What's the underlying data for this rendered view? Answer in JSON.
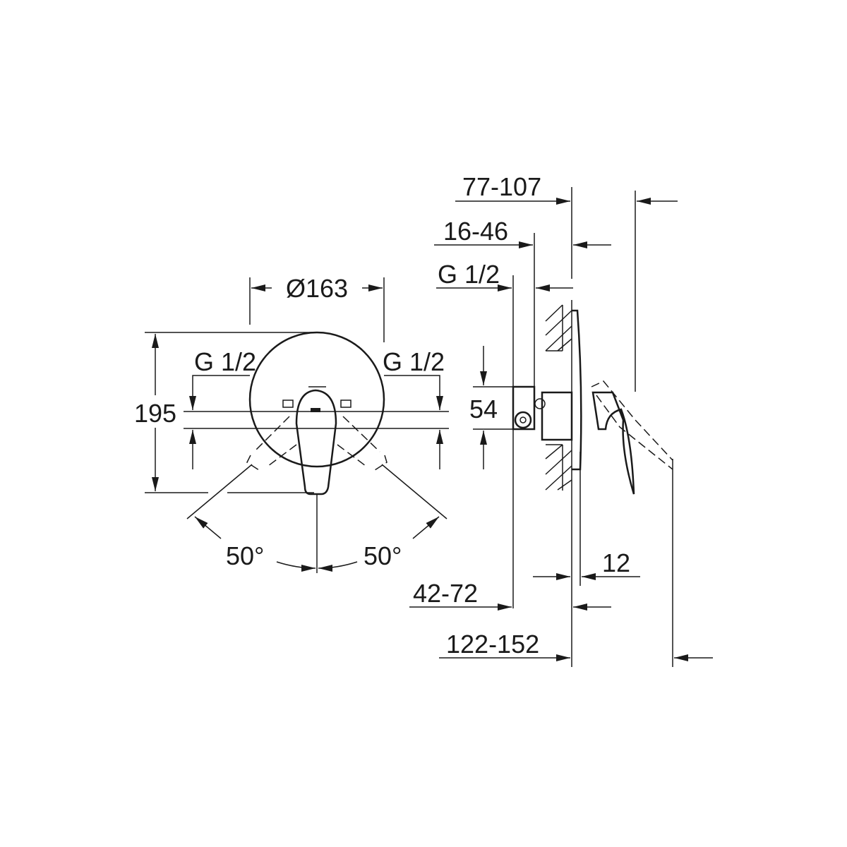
{
  "front_view": {
    "diameter_label": "Ø163",
    "height_label": "195",
    "inlet_left_label": "G 1/2",
    "inlet_right_label": "G 1/2",
    "angle_left_label": "50°",
    "angle_right_label": "50°"
  },
  "side_view": {
    "depth_total_label": "77-107",
    "depth_wall_label": "16-46",
    "inlet_label": "G 1/2",
    "connection_height_label": "54",
    "plate_thickness_label": "12",
    "min_install_label": "42-72",
    "max_depth_label": "122-152"
  },
  "colors": {
    "line": "#1a1a1a",
    "background": "#ffffff"
  }
}
